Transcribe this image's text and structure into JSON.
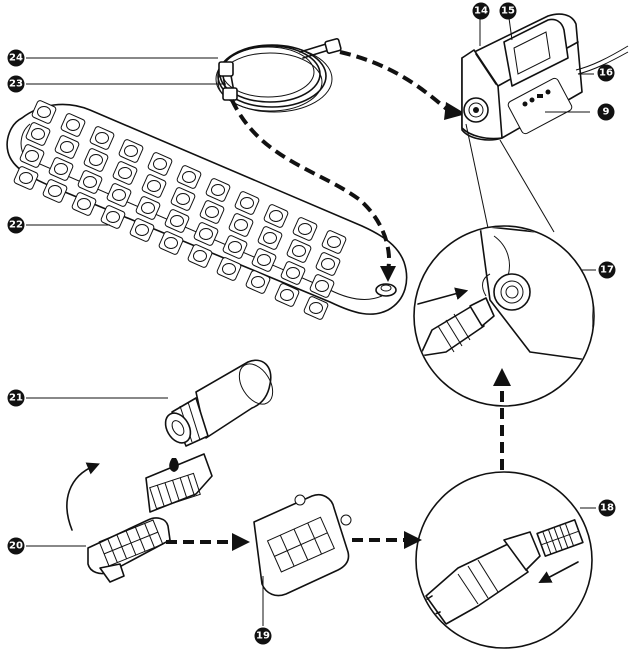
{
  "callouts": {
    "c14": "14",
    "c15": "15",
    "c16": "16",
    "c9": "9",
    "c24": "24",
    "c23": "23",
    "c22": "22",
    "c17": "17",
    "c21": "21",
    "c20": "20",
    "c19": "19",
    "c18": "18"
  }
}
